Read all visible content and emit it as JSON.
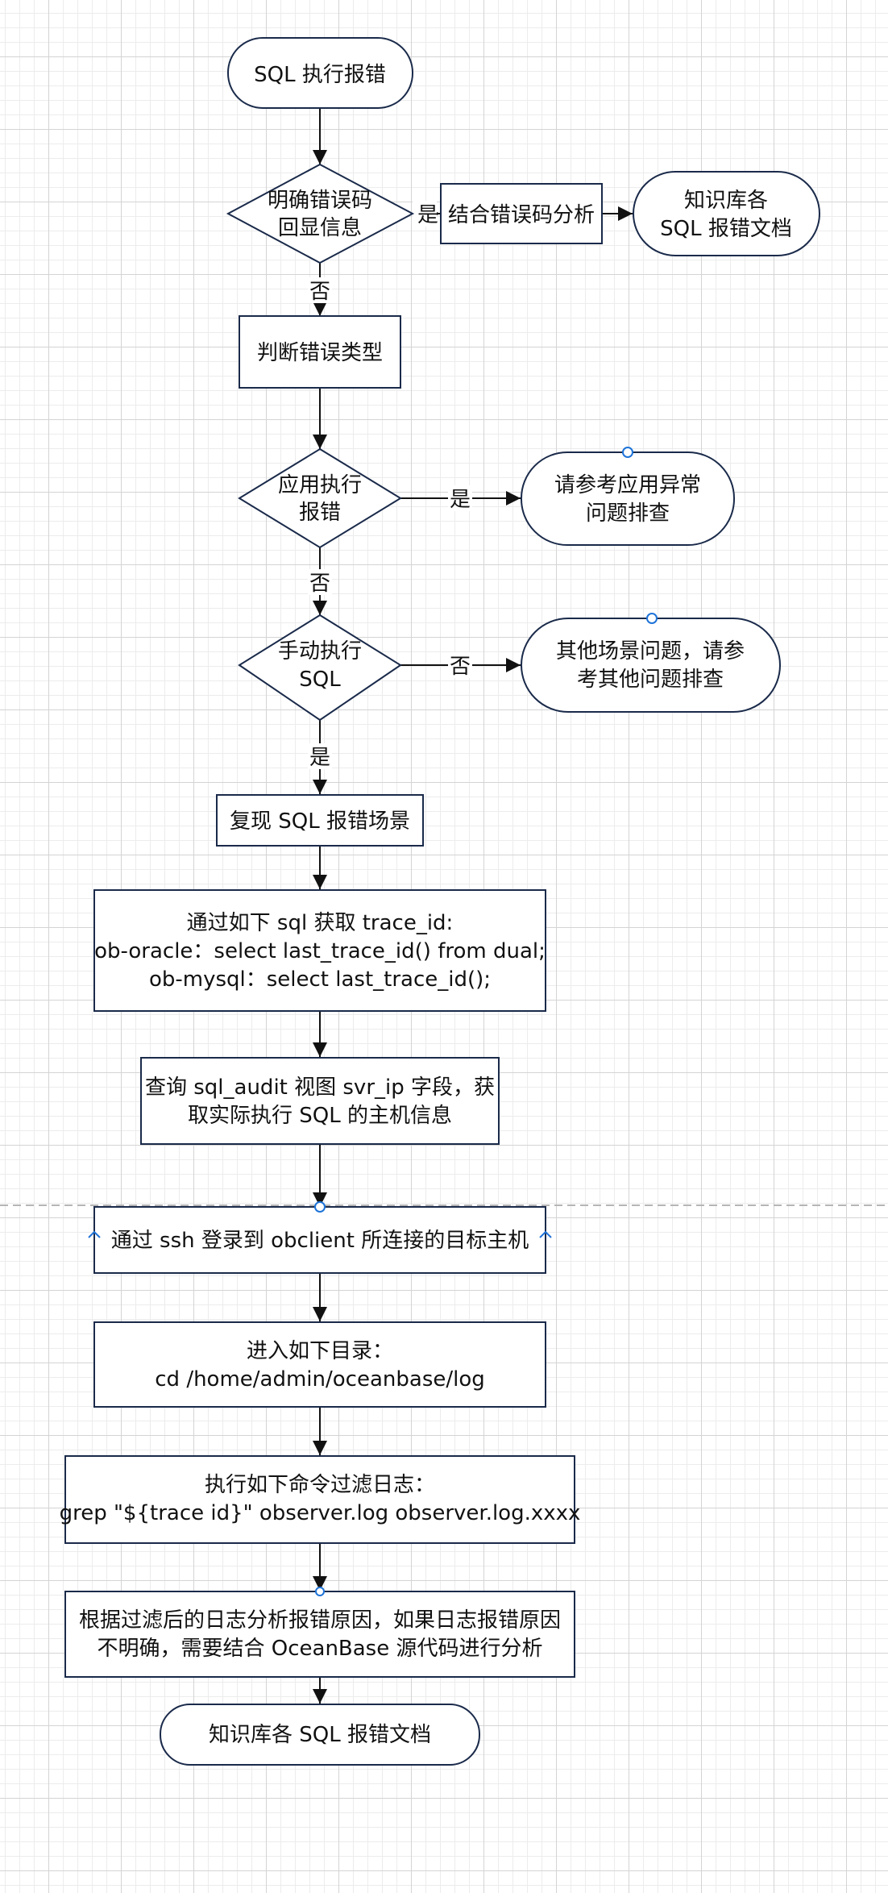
{
  "colors": {
    "node_stroke": "#1a2a4a",
    "edge": "#111111",
    "handle": "#1e73d8",
    "grid": "#d4d4d4"
  },
  "nodes": {
    "start": "SQL 执行报错",
    "decision_error_code": [
      "明确错误码",
      "回显信息"
    ],
    "analyze_error_code": "结合错误码分析",
    "kb_doc_top": [
      "知识库各",
      "SQL 报错文档"
    ],
    "judge_error_type": "判断错误类型",
    "decision_app_error": [
      "应用执行",
      "报错"
    ],
    "ref_app_exception": [
      "请参考应用异常",
      "问题排查"
    ],
    "decision_manual_sql": [
      "手动执行",
      "SQL"
    ],
    "ref_other_issue": [
      "其他场景问题，请参",
      "考其他问题排查"
    ],
    "reproduce": "复现 SQL 报错场景",
    "get_trace_id": [
      "通过如下 sql 获取 trace_id:",
      "ob-oracle：select last_trace_id() from dual;",
      "ob-mysql：select last_trace_id();"
    ],
    "query_sql_audit": [
      "查询 sql_audit 视图 svr_ip 字段，获",
      "取实际执行 SQL 的主机信息"
    ],
    "ssh_login": "通过 ssh 登录到 obclient 所连接的目标主机",
    "enter_dir": [
      "进入如下目录：",
      "cd /home/admin/oceanbase/log"
    ],
    "grep_log": [
      "执行如下命令过滤日志：",
      "grep \"${trace id}\" observer.log observer.log.xxxx"
    ],
    "analyze_log": [
      "根据过滤后的日志分析报错原因，如果日志报错原因",
      "不明确，需要结合 OceanBase 源代码进行分析"
    ],
    "end": "知识库各 SQL 报错文档"
  },
  "edge_labels": {
    "yes": "是",
    "no": "否"
  }
}
